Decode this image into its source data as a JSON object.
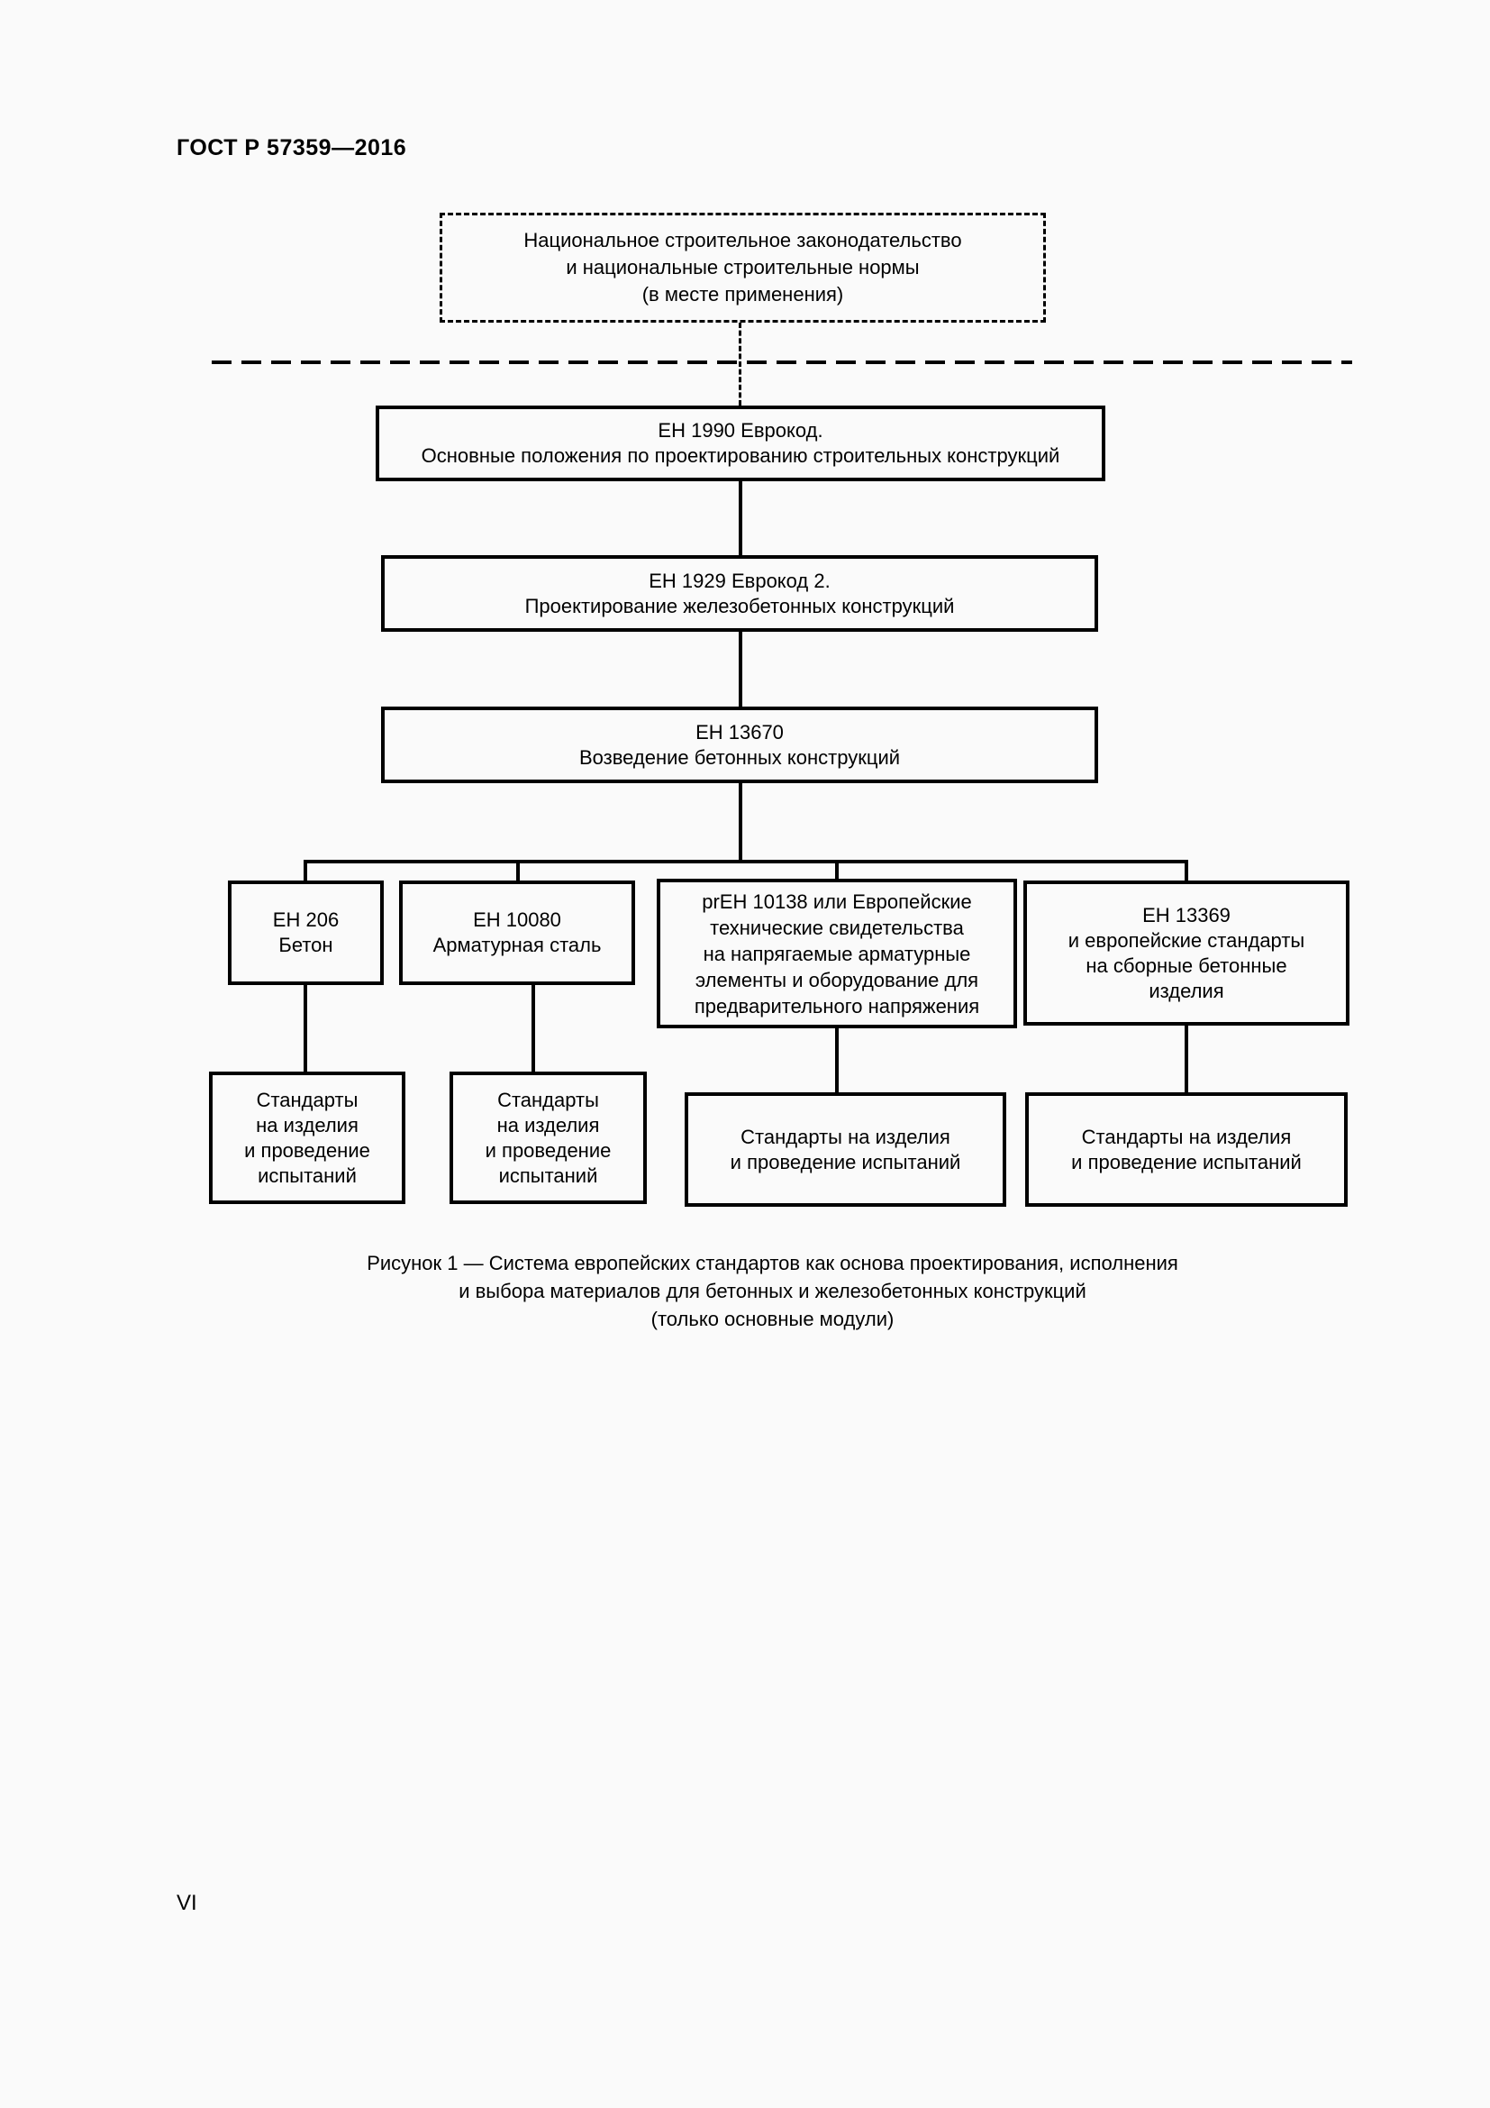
{
  "page": {
    "header": "ГОСТ Р 57359—2016",
    "page_number": "VI"
  },
  "figure": {
    "caption": "Рисунок 1 — Система европейских стандартов как основа проектирования, исполнения\nи выбора материалов для бетонных и железобетонных конструкций\n(только основные модули)",
    "nodes": {
      "national": "Национальное строительное законодательство\nи национальные строительные нормы\n(в месте применения)",
      "en1990": "ЕН 1990 Еврокод.\nОсновные положения по проектированию строительных конструкций",
      "en1929": "ЕН 1929 Еврокод 2.\nПроектирование железобетонных конструкций",
      "en13670": "ЕН 13670\nВозведение бетонных конструкций",
      "en206": "ЕН 206\nБетон",
      "en10080": "ЕН 10080\nАрматурная сталь",
      "pren10138": "prЕН 10138 или Европейские\nтехнические свидетельства\nна напрягаемые арматурные\nэлементы и оборудование для\nпредварительного напряжения",
      "en13369": "ЕН 13369\nи европейские стандарты\nна сборные бетонные\nизделия",
      "std_concrete": "Стандарты\nна изделия\nи проведение\nиспытаний",
      "std_steel": "Стандарты\nна изделия\nи проведение\nиспытаний",
      "std_prestress": "Стандарты на изделия\nи проведение испытаний",
      "std_precast": "Стандарты на изделия\nи проведение испытаний"
    }
  },
  "colors": {
    "line": "#000000",
    "text": "#000000",
    "background": "#fafafa"
  }
}
